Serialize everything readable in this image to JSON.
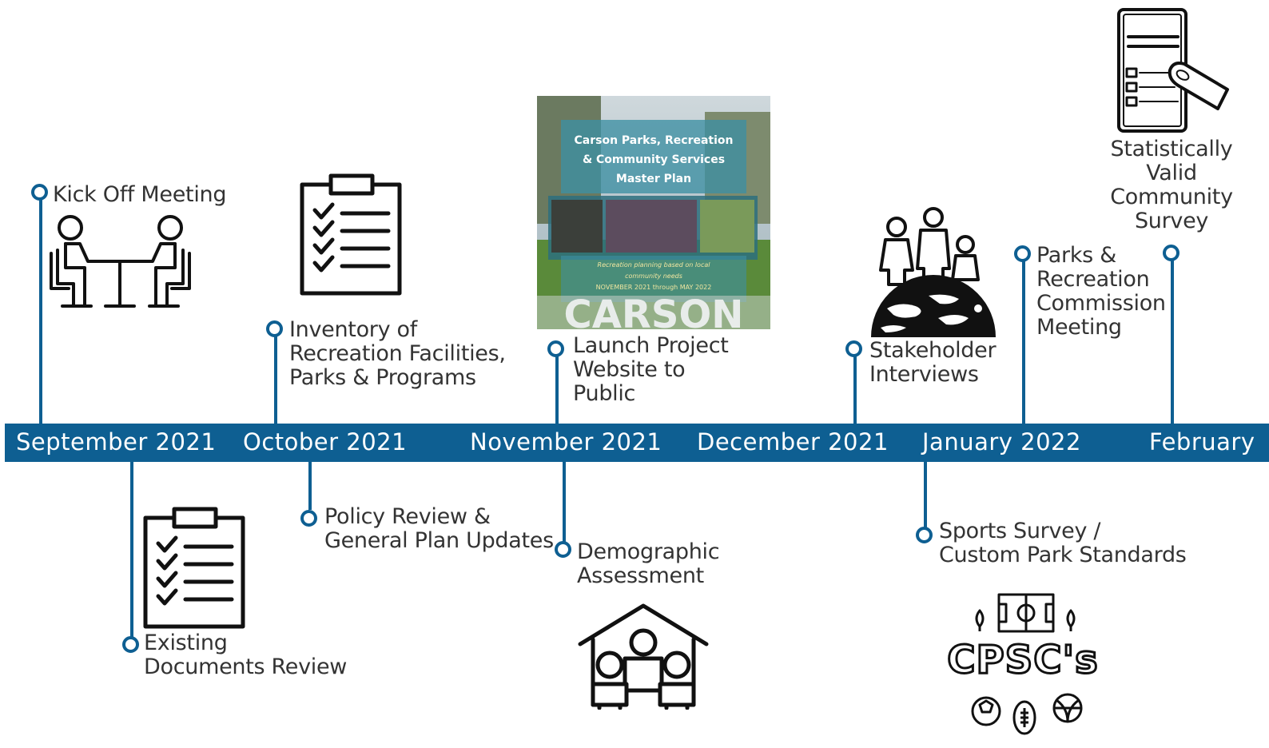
{
  "timeline": {
    "months": [
      "September 2021",
      "October 2021",
      "November 2021",
      "December 2021",
      "January 2022",
      "February"
    ],
    "events": {
      "kickoff": [
        "Kick Off Meeting"
      ],
      "inventory": [
        "Inventory of",
        "Recreation Facilities,",
        "Parks & Programs"
      ],
      "launch": [
        "Launch Project",
        "Website to",
        "Public"
      ],
      "stakeholder": [
        "Stakeholder",
        "Interviews"
      ],
      "commission": [
        "Parks &",
        "Recreation",
        "Commission",
        "Meeting"
      ],
      "survey": [
        "Statistically",
        "Valid",
        "Community",
        "Survey"
      ],
      "existing_docs": [
        "Existing",
        "Documents Review"
      ],
      "policy": [
        "Policy Review &",
        "General Plan Updates"
      ],
      "demographic": [
        "Demographic",
        "Assessment"
      ],
      "sports": [
        "Sports Survey /",
        "Custom Park Standards"
      ]
    }
  },
  "poster": {
    "title_lines": [
      "Carson Parks, Recreation",
      "& Community Services",
      "Master Plan"
    ],
    "tagline_lines": [
      "Recreation planning based on local",
      "community needs",
      "NOVEMBER 2021 through MAY 2022"
    ],
    "city": "CARSON"
  },
  "cpsc_logo": {
    "text": "CPSC's"
  },
  "colors": {
    "accent": "#0e5f92",
    "text": "#333333"
  },
  "icons": {
    "kickoff": "meeting-table-icon",
    "inventory": "checklist-clipboard-icon",
    "stakeholder": "family-globe-icon",
    "survey": "tablet-survey-icon",
    "existing_docs": "checklist-clipboard-icon",
    "demographic": "household-icon",
    "sports": "sports-field-icon"
  }
}
